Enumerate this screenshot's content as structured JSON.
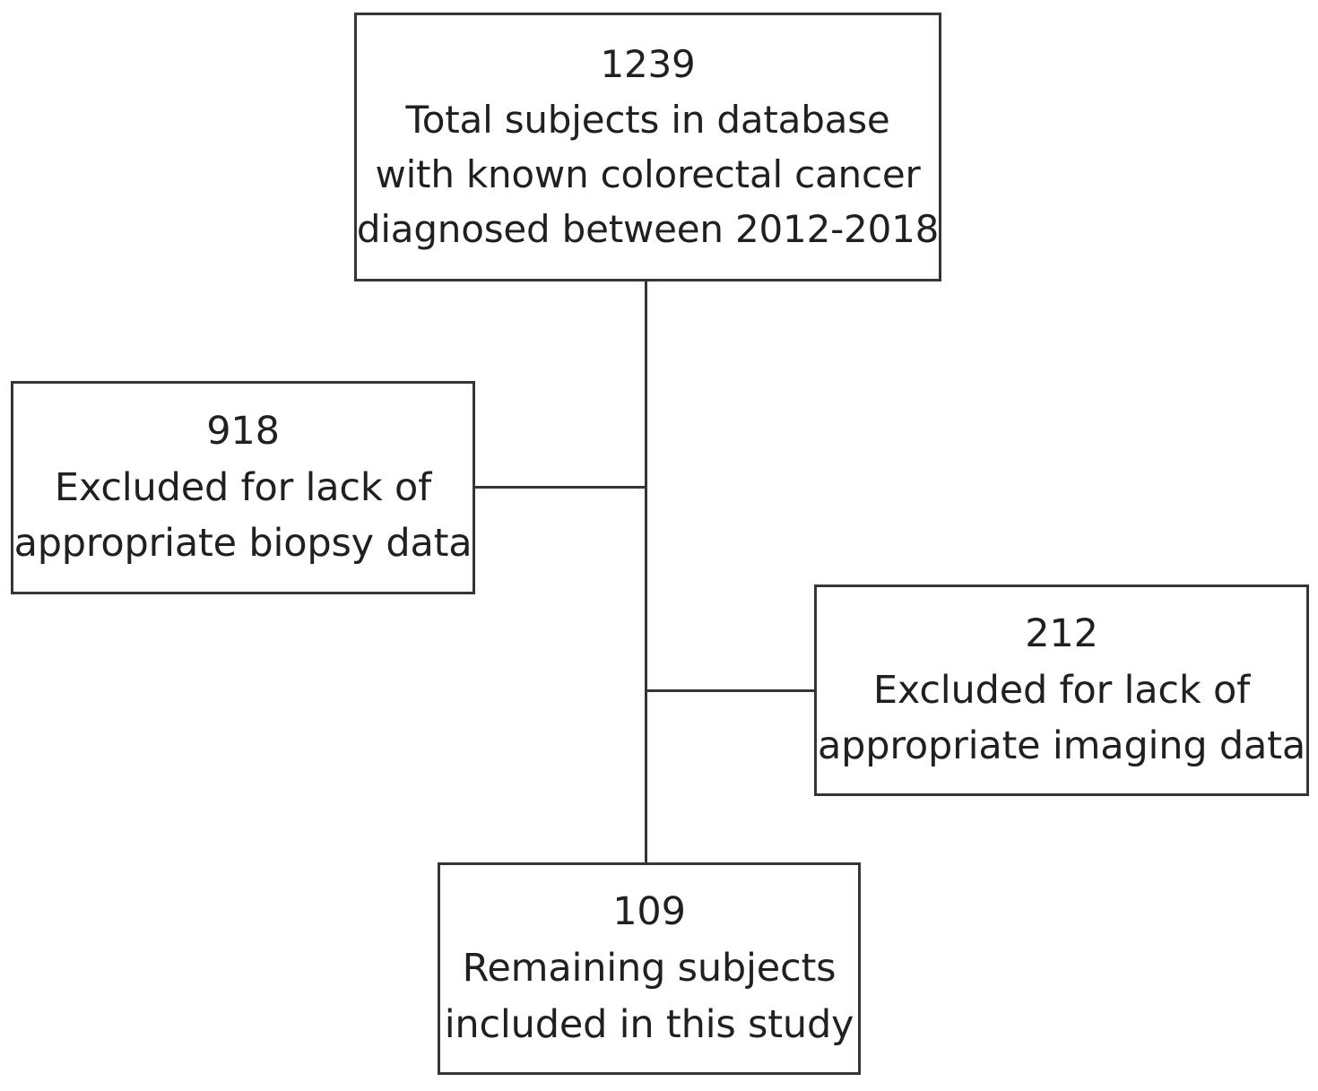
{
  "figure": {
    "type": "flowchart",
    "orientation": "top-to-bottom",
    "stroke_color": "#3b3234",
    "text_color": "#231f20",
    "background_color": "#ffffff"
  },
  "nodes": {
    "total": {
      "count": "1239",
      "lines": [
        "Total subjects in database",
        "with known colorectal cancer",
        "diagnosed between 2012-2018"
      ]
    },
    "biopsy_excluded": {
      "count": "918",
      "lines": [
        "Excluded for lack of",
        "appropriate biopsy data"
      ]
    },
    "imaging_excluded": {
      "count": "212",
      "lines": [
        "Excluded for lack of",
        "appropriate imaging data"
      ]
    },
    "included": {
      "count": "109",
      "lines": [
        "Remaining subjects",
        "included in this study"
      ]
    }
  }
}
